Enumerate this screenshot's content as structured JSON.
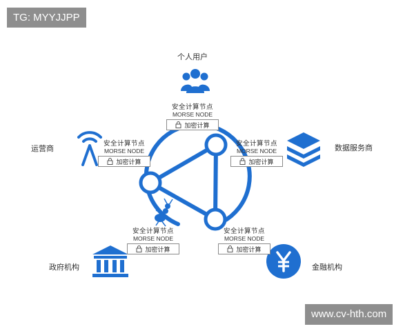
{
  "watermarks": {
    "top_left": "TG: MYYJJPP",
    "bottom_right": "www.cv-hth.com"
  },
  "colors": {
    "primary_blue": "#1f6fd0",
    "text": "#333333",
    "watermark_bg": "#8e8e8e"
  },
  "entities": {
    "personal_user": {
      "label": "个人用户",
      "icon": "users-icon"
    },
    "operator": {
      "label": "运营商",
      "icon": "antenna-icon"
    },
    "data_provider": {
      "label": "数据服务商",
      "icon": "layers-stack-icon"
    },
    "government": {
      "label": "政府机构",
      "icon": "government-building-icon"
    },
    "financial": {
      "label": "金融机构",
      "icon": "yen-coin-icon"
    }
  },
  "nodes": [
    {
      "title": "安全计算节点",
      "subtitle": "MORSE NODE",
      "badge": "加密计算"
    },
    {
      "title": "安全计算节点",
      "subtitle": "MORSE NODE",
      "badge": "加密计算"
    },
    {
      "title": "安全计算节点",
      "subtitle": "MORSE NODE",
      "badge": "加密计算"
    },
    {
      "title": "安全计算节点",
      "subtitle": "MORSE NODE",
      "badge": "加密计算"
    },
    {
      "title": "安全计算节点",
      "subtitle": "MORSE NODE",
      "badge": "加密计算"
    }
  ]
}
